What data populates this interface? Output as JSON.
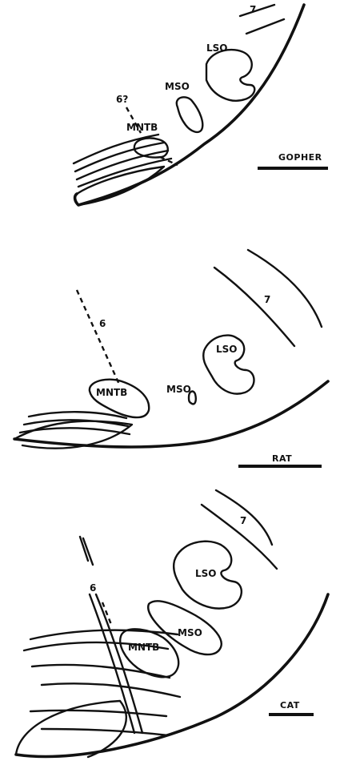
{
  "panels": [
    {
      "species": "GOPHER",
      "labels": {
        "lso": "LSO",
        "mso": "MSO",
        "mntb": "MNTB",
        "nerve6": "6?",
        "nerve7": "7"
      }
    },
    {
      "species": "RAT",
      "labels": {
        "lso": "LSO",
        "mso": "MSO",
        "mntb": "MNTB",
        "nerve6": "6",
        "nerve7": "7"
      }
    },
    {
      "species": "CAT",
      "labels": {
        "lso": "LSO",
        "mso": "MSO",
        "mntb": "MNTB",
        "nerve6": "6",
        "nerve7": "7"
      }
    }
  ]
}
